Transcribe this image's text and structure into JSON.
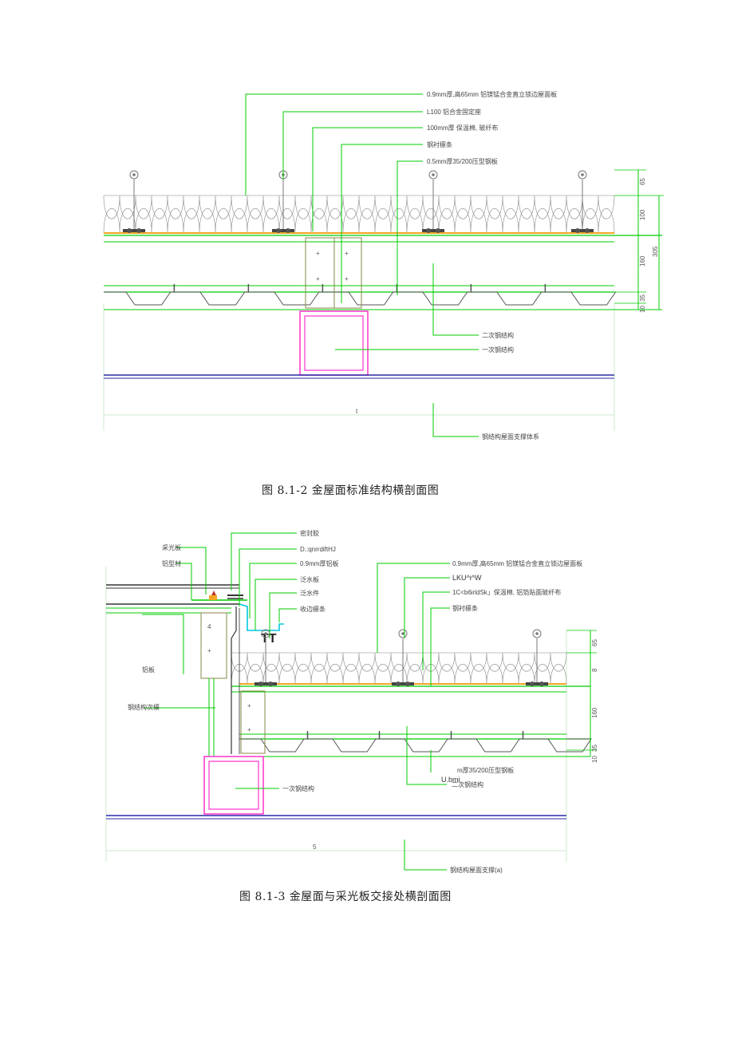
{
  "figure1": {
    "caption": "图 8.1-2 金屋面标准结构横剖面图",
    "labels": [
      "0.9mm厚,高65mm 铝镁锰合金直立锁边屋面板",
      "L100 铝合金固定座",
      "100mm厚 保温棉, 玻纤布",
      "钢衬檩条",
      "0.5mm厚35/200压型钢板"
    ],
    "lower_labels": [
      "二次钢结构",
      "一次钢结构",
      "钢结构屋面支撑体系"
    ],
    "dims": [
      "65",
      "100",
      "160",
      "305",
      "35",
      "10"
    ],
    "base_dim": "t"
  },
  "figure2": {
    "caption": "图 8.1-3 金屋面与采光板交接处横剖面图",
    "left_labels": [
      "采光板",
      "铝型材"
    ],
    "left_mid_label": "铝板",
    "left_low_label": "钢结构次檩",
    "top_labels": [
      "密封胶",
      "D.:qnrrdiftHJ",
      "0.9mm厚铝板"
    ],
    "mid_labels": [
      "泛水板",
      "泛水件",
      "收边檩条"
    ],
    "right_labels": [
      "0.9mm厚,高65mm 铝镁锰合金直立锁边屋面板",
      "LKU^i^W",
      "1C<b6irldSk」保温棉, 铝箔贴面玻纤布",
      "钢衬檩条"
    ],
    "bottom_labels": [
      "m厚35/200压型钢板",
      "U.bmi",
      "二次钢结构",
      "一次钢结构"
    ],
    "base_label": "钢结构屋面支撑(a)",
    "dims": [
      "65",
      "8",
      "160",
      "35",
      "10"
    ],
    "base_dim": "5"
  },
  "colors": {
    "line": "#00cc00",
    "steel": "#ff33cc",
    "base": "#2a2aa8",
    "insulation": "#999999",
    "felt": "#f5a623",
    "cyan": "#00c8e0",
    "dark": "#333333"
  }
}
